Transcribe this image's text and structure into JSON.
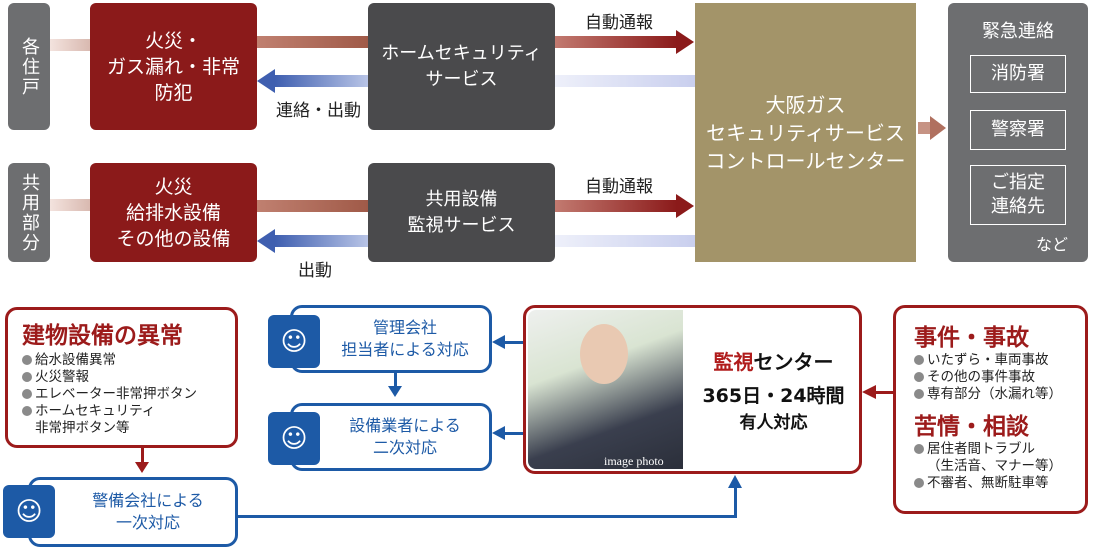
{
  "top": {
    "row1": {
      "label": "各住戸",
      "source": "火災・\nガス漏れ・非常\n防犯",
      "service": "ホームセキュリティ\nサービス",
      "auto_report": "自動通報",
      "reply": "連絡・出動"
    },
    "row2": {
      "label": "共用部分",
      "source": "火災\n給排水設備\nその他の設備",
      "service": "共用設備\n監視サービス",
      "auto_report": "自動通報",
      "reply": "出動"
    },
    "control_center": "大阪ガス\nセキュリティサービス\nコントロールセンター",
    "emergency": {
      "title": "緊急連絡",
      "items": [
        "消防署",
        "警察署",
        "ご指定\n連絡先"
      ],
      "etc": "など"
    }
  },
  "bottom": {
    "building": {
      "title": "建物設備の異常",
      "items": [
        "給水設備異常",
        "火災警報",
        "エレベーター非常押ボタン",
        "ホームセキュリティ\n非常押ボタン等"
      ]
    },
    "security_company": "警備会社による\n一次対応",
    "management": "管理会社\n担当者による対応",
    "contractor": "設備業者による\n二次対応",
    "monitor": {
      "title_red": "監視",
      "title_rest": "センター",
      "line1": "365日・24時間",
      "line2": "有人対応",
      "photo_caption": "image photo"
    },
    "incidents": {
      "title": "事件・事故",
      "items": [
        "いたずら・車両事故",
        "その他の事件事故",
        "専有部分（水漏れ等）"
      ]
    },
    "complaints": {
      "title": "苦情・相談",
      "items": [
        "居住者間トラブル\n（生活音、マナー等）",
        "不審者、無断駐車等"
      ]
    }
  },
  "colors": {
    "red": "#9c1b1b",
    "blue": "#1d5aa6",
    "gold": "#a39469",
    "gray": "#6d6e70"
  }
}
